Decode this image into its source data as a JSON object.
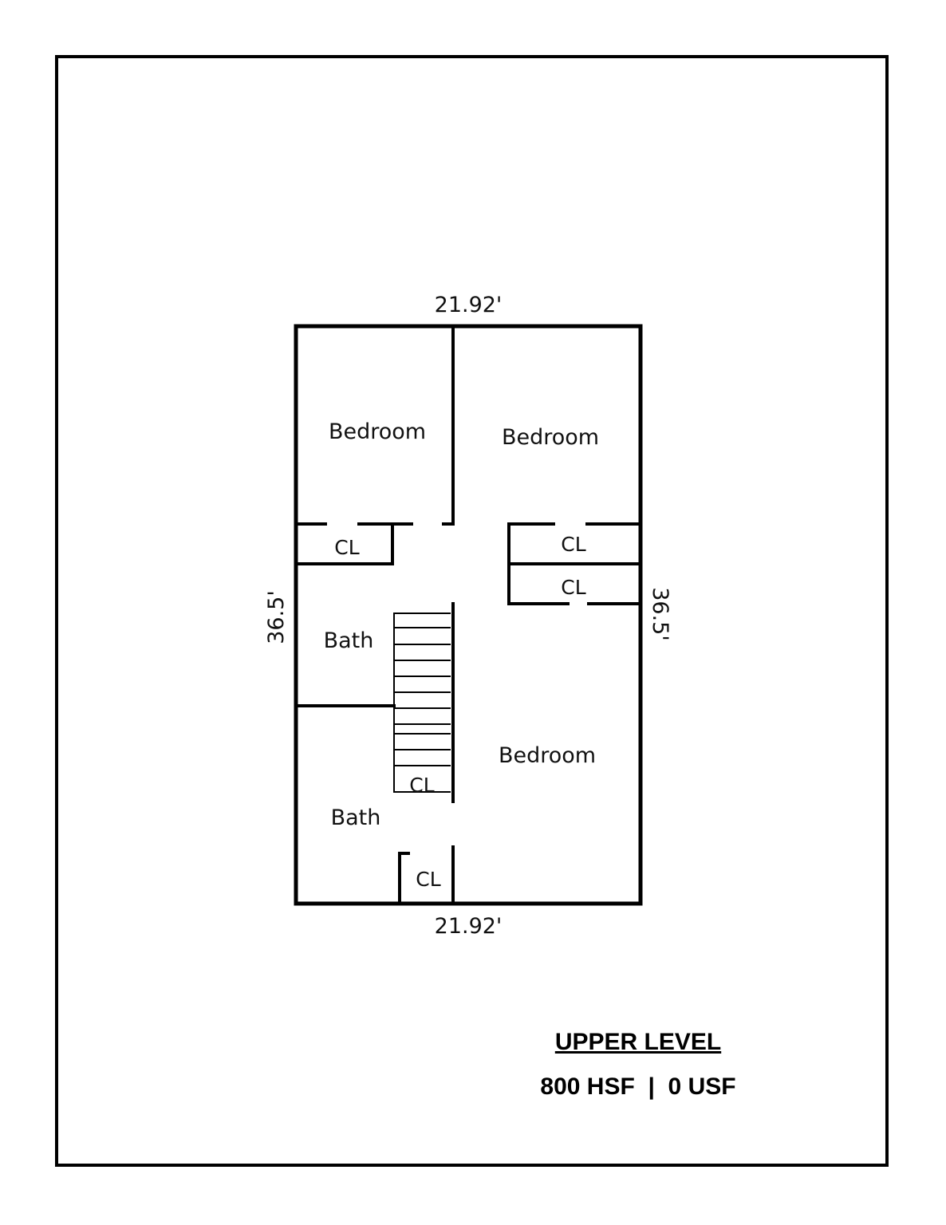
{
  "plan": {
    "dimensions": {
      "top": "21.92'",
      "bottom": "21.92'",
      "left": "36.5'",
      "right": "36.5'"
    },
    "rooms": {
      "bedroom_top_left": "Bedroom",
      "bedroom_top_right": "Bedroom",
      "bedroom_bottom_right": "Bedroom",
      "bath_upper": "Bath",
      "bath_lower": "Bath",
      "closet_left": "CL",
      "closet_right_upper": "CL",
      "closet_right_lower": "CL",
      "closet_stairs": "CL",
      "closet_bottom": "CL"
    }
  },
  "caption": {
    "level": "UPPER LEVEL",
    "area": "800 HSF  |  0 USF"
  }
}
